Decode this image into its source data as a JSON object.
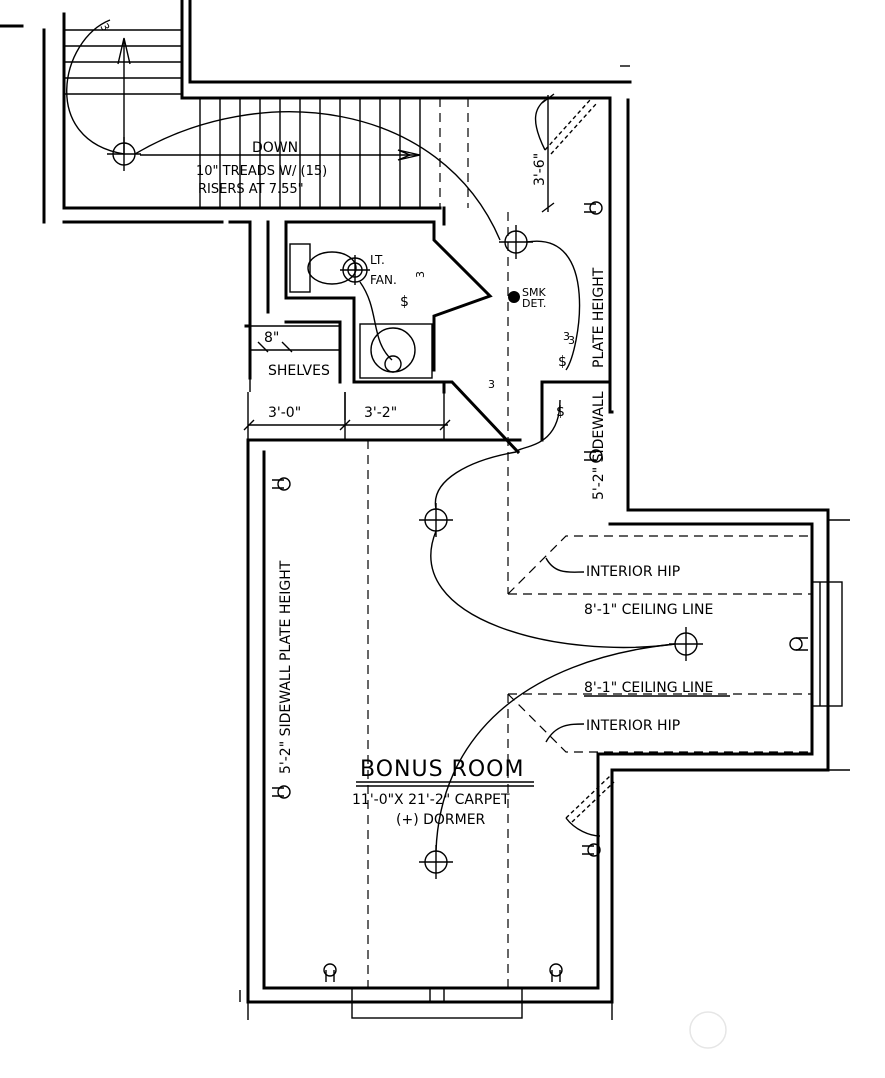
{
  "stairs": {
    "direction": "DOWN",
    "note_line1": "10\" TREADS W/ (15)",
    "note_line2": "RISERS AT 7.55\""
  },
  "bath": {
    "fan_label_line1": "LT.",
    "fan_label_line2": "FAN.",
    "smoke_label_line1": "SMK",
    "smoke_label_line2": "DET."
  },
  "closet": {
    "shelves_label": "SHELVES",
    "depth_dim": "8\"",
    "dim_left": "3'-0\"",
    "dim_right": "3'-2\""
  },
  "dims": {
    "door_width": "3'-6\""
  },
  "plate_heights": {
    "right_upper": "PLATE HEIGHT",
    "right_lower": "5'-2\" SIDEWALL",
    "left": "5'-2\" SIDEWALL PLATE HEIGHT"
  },
  "dormer": {
    "interior_hip_top": "INTERIOR HIP",
    "ceiling_line_top": "8'-1\" CEILING LINE",
    "ceiling_line_bottom": "8'-1\" CEILING LINE",
    "interior_hip_bottom": "INTERIOR HIP"
  },
  "room": {
    "name": "BONUS ROOM",
    "size": "11'-0\"X 21'-2\" CARPET",
    "note": "(+) DORMER"
  },
  "switch_marks": {
    "three_way_a": "3",
    "three_way_b": "3",
    "three_way_c": "3",
    "three_way_d": "3",
    "three_way_e": "3"
  }
}
